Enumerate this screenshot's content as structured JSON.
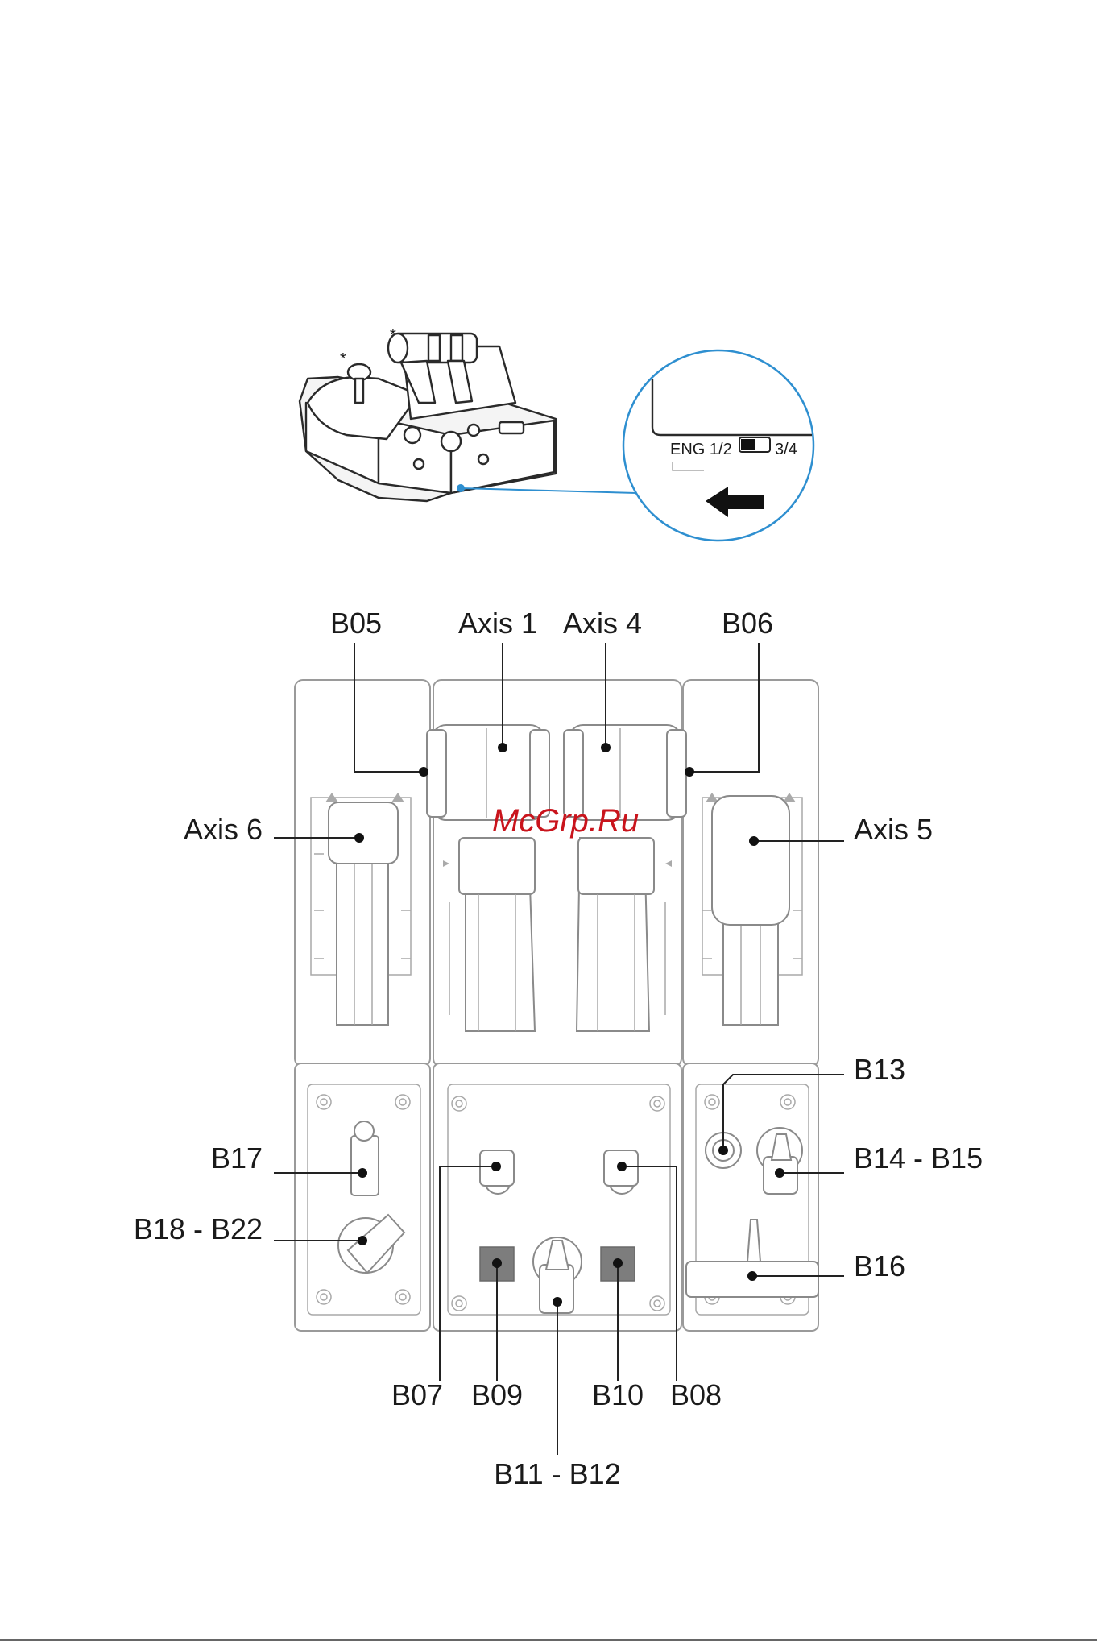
{
  "watermark": "McGrp.Ru",
  "top_view": {
    "asterisk_1": "*",
    "asterisk_2": "*",
    "switch_left": "ENG 1/2",
    "switch_right": "3/4"
  },
  "labels": {
    "b05": "B05",
    "axis1": "Axis 1",
    "axis4": "Axis 4",
    "b06": "B06",
    "axis6": "Axis 6",
    "axis5": "Axis 5",
    "b13": "B13",
    "b14_b15": "B14 - B15",
    "b16": "B16",
    "b17": "B17",
    "b18_b22": "B18 - B22",
    "b07": "B07",
    "b09": "B09",
    "b10": "B10",
    "b08": "B08",
    "b11_b12": "B11 - B12"
  },
  "colors": {
    "leader": "#222222",
    "accent_blue": "#2e8fd0",
    "watermark": "#c9141c",
    "button_fill": "#7d7d7d"
  }
}
